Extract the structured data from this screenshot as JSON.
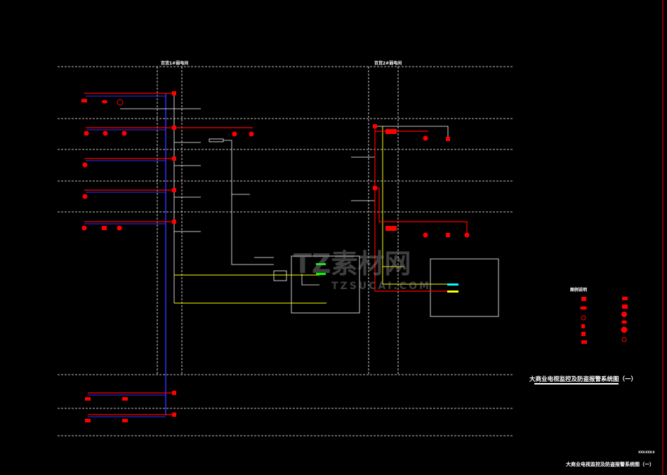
{
  "drawing": {
    "riser_label_1": "百货1#弱电间",
    "riser_label_2": "百货2#弱电间",
    "legend_title": "图例说明",
    "title": "大商业电视监控及防盗报警系统图（一）",
    "title_block_number": "XXX-XXX-X",
    "title_block_name": "大商业电视监控及防盗报警系统图（一）"
  },
  "watermark": {
    "brand": "TZ素材网",
    "url": "TZSUCAI.COM"
  },
  "colors": {
    "background": "#000000",
    "camera": "#ff0000",
    "bus": "#0000ff",
    "video": "#ffff00",
    "signal": "#00ff00",
    "aux": "#00ffff",
    "lines": "#ffffff"
  }
}
